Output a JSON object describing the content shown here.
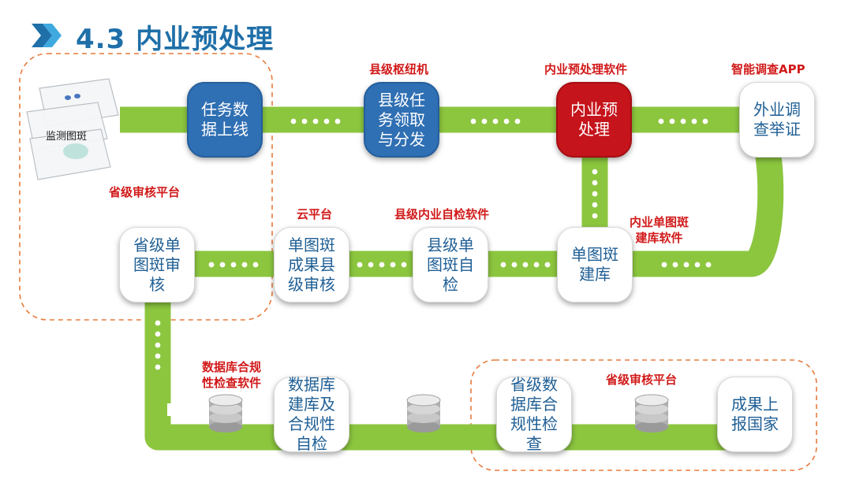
{
  "header": {
    "title": "4.3 内业预处理"
  },
  "colors": {
    "flow": "#8cc63f",
    "highlight": "#c5141b",
    "accent_blue": "#2f6fb3",
    "label": "#d11a1a",
    "dashed": "#e87a3c"
  },
  "sheet": {
    "label": "监测图斑"
  },
  "steps": {
    "task_online": "任务数\n据上线",
    "county_task": "县级任\n务领取\n与分发",
    "inner_pre": "内业预\n处理",
    "field_survey": "外业调\n查举证",
    "build_db": "单图斑\n建库",
    "county_self_check": "县级单\n图斑自\n检",
    "county_review": "单图斑\n成果县\n级审核",
    "province_review": "省级单\n图斑审\n核",
    "db_build_check": "数据库\n建库及\n合规性\n自检",
    "province_db_check": "省级数\n据库合\n规性检\n查",
    "report": "成果上\n报国家"
  },
  "labels": {
    "county_hub": "县级枢纽机",
    "inner_software": "内业预处理软件",
    "app": "智能调查APP",
    "province_platform_1": "省级审核平台",
    "cloud": "云平台",
    "county_self_software": "县级内业自检软件",
    "single_db_software": "内业单图斑\n建库软件",
    "db_check_software": "数据库合规\n性检查软件",
    "province_platform_2": "省级审核平台"
  }
}
